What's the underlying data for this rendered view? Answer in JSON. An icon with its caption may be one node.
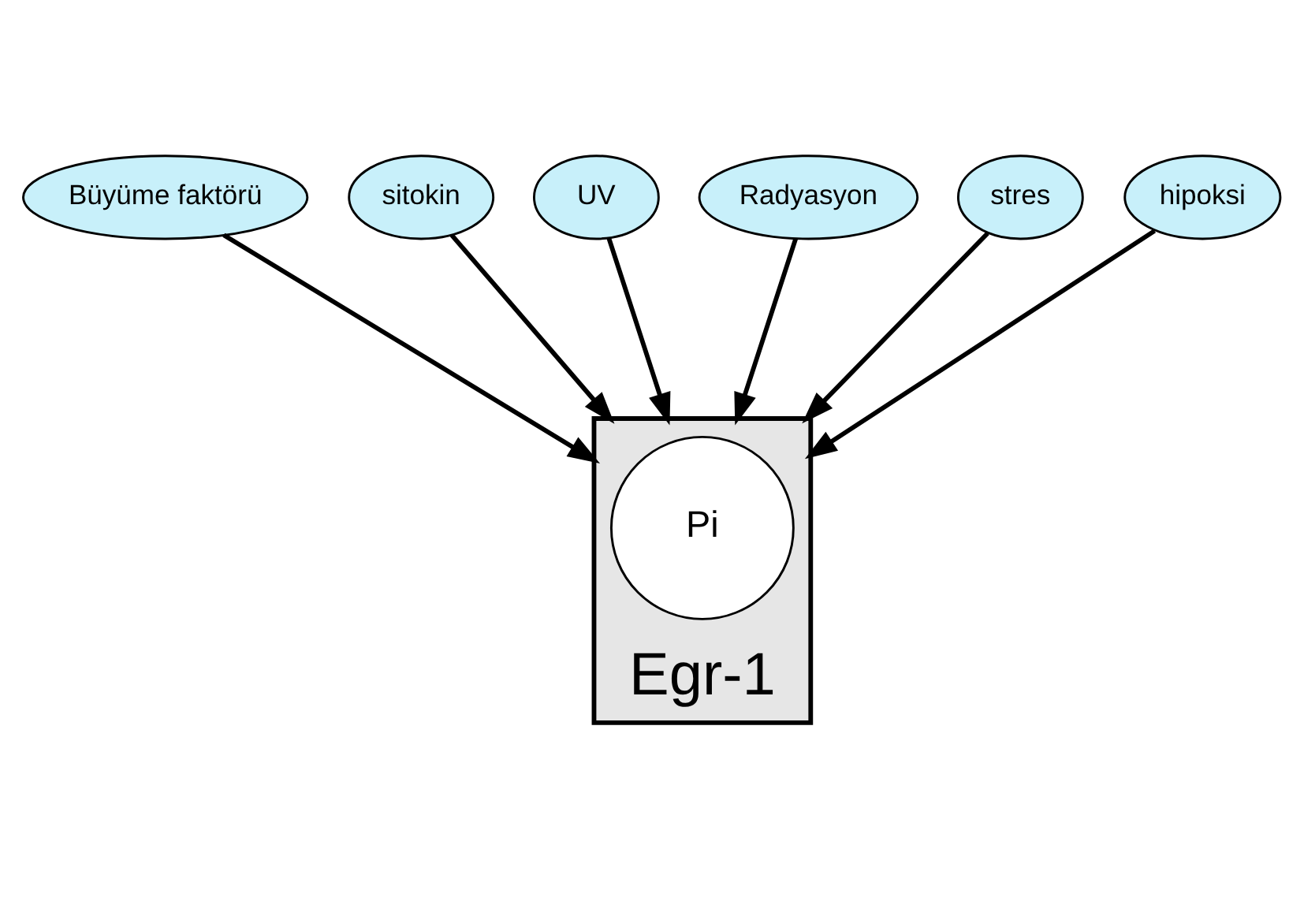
{
  "diagram": {
    "nodes": [
      {
        "text": [
          "Büyüme faktörü"
        ]
      },
      {
        "text": [
          "sitokin"
        ]
      },
      {
        "text": [
          "UV"
        ]
      },
      {
        "text": [
          "Radyasyon"
        ]
      },
      {
        "text": [
          "stres"
        ]
      },
      {
        "text": [
          "hipoksi"
        ]
      },
      {
        "text": [
          "Egr-1"
        ]
      },
      {
        "text": [
          "Pi"
        ],
        "in": 6
      }
    ],
    "edges": [
      {
        "from": 0,
        "to": 6,
        "arrow": "to"
      },
      {
        "from": 1,
        "to": 6,
        "arrow": "to"
      },
      {
        "from": 2,
        "to": 6,
        "arrow": "to"
      },
      {
        "from": 3,
        "to": 6,
        "arrow": "to"
      },
      {
        "from": 4,
        "to": 6,
        "arrow": "to"
      },
      {
        "from": 5,
        "to": 6,
        "arrow": "to"
      }
    ]
  }
}
